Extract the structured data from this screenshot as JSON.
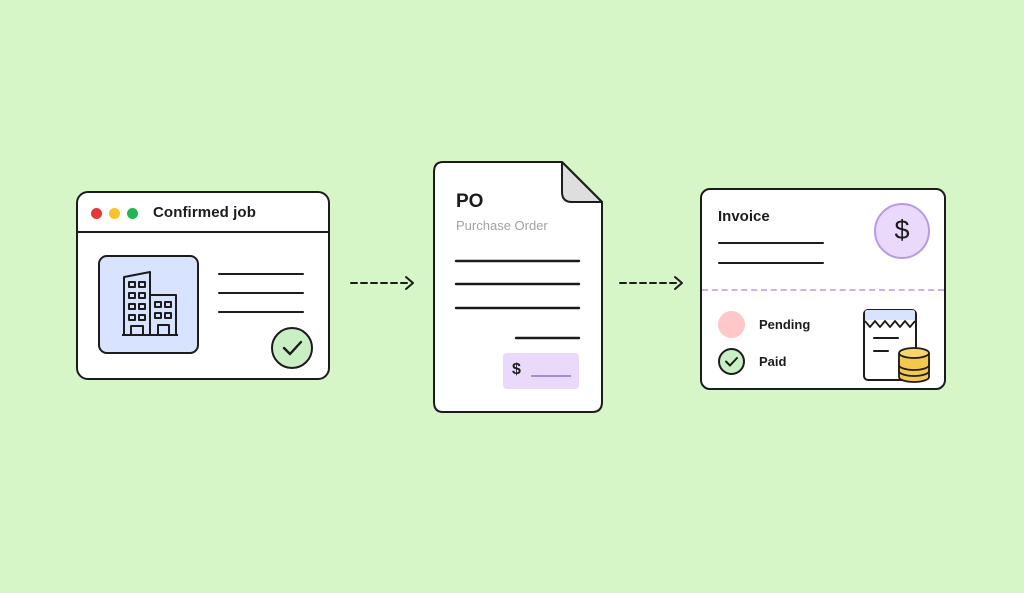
{
  "confirmed_job": {
    "title": "Confirmed job",
    "window_dots": [
      "#e53935",
      "#fbc02d",
      "#22b455"
    ],
    "image_icon": "building-icon",
    "status_icon": "check-icon"
  },
  "arrows": [
    "dashed-arrow-right-icon",
    "dashed-arrow-right-icon"
  ],
  "purchase_order": {
    "title": "PO",
    "subtitle": "Purchase Order",
    "amount_symbol": "$"
  },
  "invoice": {
    "title": "Invoice",
    "amount_symbol": "$",
    "statuses": [
      {
        "label": "Pending",
        "color": "#ffc7c7"
      },
      {
        "label": "Paid",
        "color": "#c9efc4",
        "icon": "check-icon"
      }
    ],
    "receipt_icon": "receipt-with-coins-icon"
  },
  "colors": {
    "background": "#d7f6c8",
    "building_box": "#d8e4ff",
    "accent_purple": "#ead9fb",
    "check_green": "#c9efc4"
  }
}
